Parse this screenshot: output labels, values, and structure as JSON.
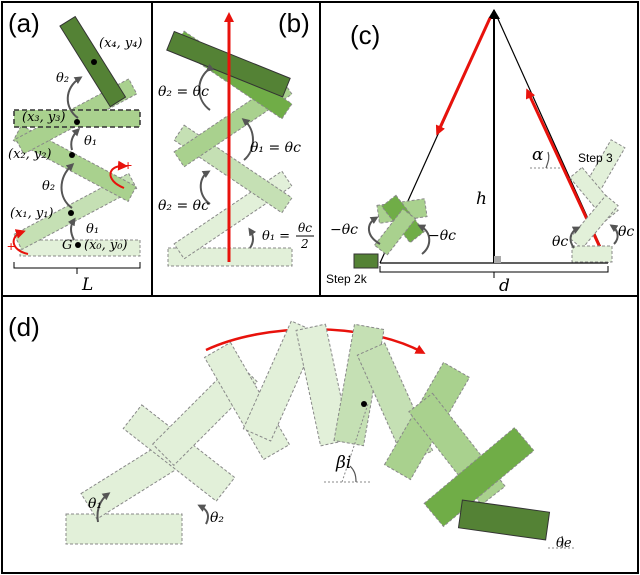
{
  "panels": {
    "a": {
      "label": "(a)"
    },
    "b": {
      "label": "(b)"
    },
    "c": {
      "label": "(c)"
    },
    "d": {
      "label": "(d)"
    }
  },
  "labels_a": {
    "x4y4": "(x₄, y₄)",
    "x3y3": "(x₃, y₃)",
    "x2y2": "(x₂, y₂)",
    "x1y1": "(x₁, y₁)",
    "x0y0": "(x₀, y₀)",
    "G": "G",
    "theta2_top": "θ₂",
    "theta1_mid": "θ₁",
    "theta2_low": "θ₂",
    "theta1_low": "θ₁",
    "plus_right": "+",
    "plus_left": "+",
    "L": "L"
  },
  "labels_b": {
    "eq_top": "θ₂ = θc",
    "eq_mid": "θ₁ = θc",
    "eq_low": "θ₂ = θc",
    "eq_base_lhs": "θ₁ =",
    "eq_base_num": "θc",
    "eq_base_den": "2"
  },
  "labels_c": {
    "alpha": "α",
    "step3": "Step 3",
    "h": "h",
    "neg_theta_left": "−θc",
    "neg_theta_right": "−θc",
    "theta_c_1": "θc",
    "theta_c_2": "θc",
    "step2k": "Step 2k",
    "d": "d"
  },
  "labels_d": {
    "theta1": "θ₁",
    "theta2": "θ₂",
    "beta_i": "βi",
    "theta_e": "θe"
  },
  "colors": {
    "dark_green": "#548235",
    "mid_green": "#70AD47",
    "light_green": "#A9D18E",
    "pale_green": "#E2F0D9",
    "red": "#E8120C",
    "arrow_gray": "#555555"
  }
}
